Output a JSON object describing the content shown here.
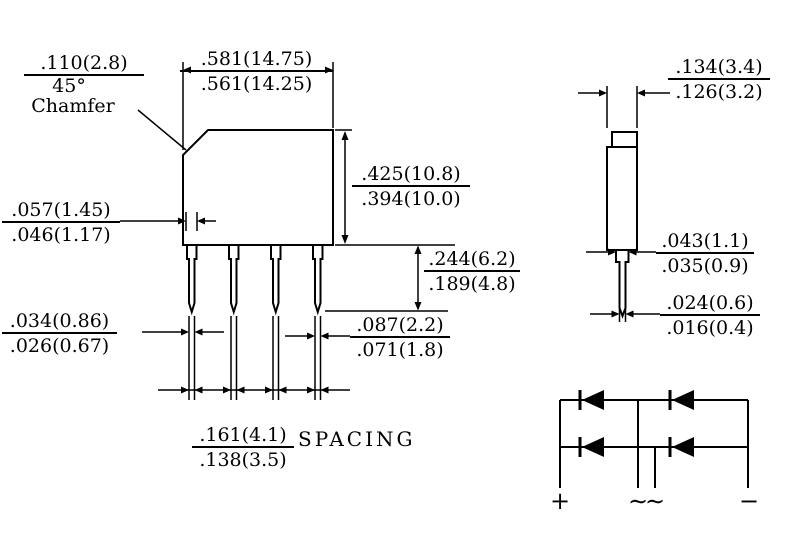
{
  "front_view": {
    "chamfer_size": ".110(2.8)",
    "chamfer_angle": "45°",
    "chamfer_label": "Chamfer",
    "body_width": {
      "max": ".581(14.75)",
      "min": ".561(14.25)"
    },
    "body_height": {
      "max": ".425(10.8)",
      "min": ".394(10.0)"
    },
    "lead_width_wide": {
      "max": ".057(1.45)",
      "min": ".046(1.17)"
    },
    "lead_width_narrow": {
      "max": ".034(0.86)",
      "min": ".026(0.67)"
    },
    "lead_length": {
      "max": ".244(6.2)",
      "min": ".189(4.8)"
    },
    "lead_tip_width": {
      "max": ".087(2.2)",
      "min": ".071(1.8)"
    },
    "lead_spacing": {
      "max": ".161(4.1)",
      "min": ".138(3.5)"
    },
    "spacing_caption": "SPACING"
  },
  "side_view": {
    "body_thickness": {
      "max": ".134(3.4)",
      "min": ".126(3.2)"
    },
    "lead_thickness": {
      "max": ".043(1.1)",
      "min": ".035(0.9)"
    },
    "lead_tip_thickness": {
      "max": ".024(0.6)",
      "min": ".016(0.4)"
    }
  },
  "schematic": {
    "terminal_plus": "+",
    "terminal_ac1": "∼",
    "terminal_ac2": "∼",
    "terminal_minus": "−"
  },
  "colors": {
    "line": "#000000",
    "background": "#ffffff"
  }
}
